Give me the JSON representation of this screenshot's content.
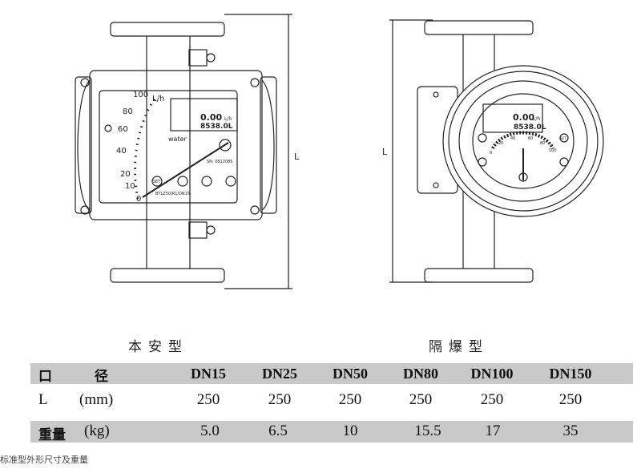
{
  "drawings": {
    "intrinsic": {
      "dimension_label": "L",
      "scale_ticks": [
        "100",
        "80",
        "60",
        "40",
        "20",
        "10",
        "0"
      ],
      "unit": "L/h",
      "medium": "water",
      "lcd_rate": "0.00",
      "lcd_rate_unit": "L/h",
      "lcd_total": "8538.0L",
      "sn": "SN: 0812085",
      "model": "BTLZ50/R1/DN15",
      "set_button": "SET"
    },
    "explosion_proof": {
      "dimension_label": "L",
      "lcd_rate": "0.00",
      "lcd_rate_unit": "L/h",
      "lcd_total": "8538.0L",
      "arc_ticks": [
        "0",
        "20",
        "40",
        "60",
        "80",
        "100"
      ],
      "set_button": "SET"
    }
  },
  "titles": {
    "intrinsic": "本安型",
    "explosion_proof": "隔爆型"
  },
  "table": {
    "header": {
      "label_a": "口",
      "label_b": "径",
      "columns": [
        "DN15",
        "DN25",
        "DN50",
        "DN80",
        "DN100",
        "DN150"
      ]
    },
    "rows": [
      {
        "label_a": "L",
        "label_b": "(mm)",
        "values": [
          "250",
          "250",
          "250",
          "250",
          "250",
          "250"
        ]
      },
      {
        "label_a": "重量",
        "label_b": "(kg)",
        "values": [
          "5.0",
          "6.5",
          "10",
          "15.5",
          "17",
          "35"
        ]
      }
    ]
  },
  "caption": "标准型外形尺寸及重量"
}
